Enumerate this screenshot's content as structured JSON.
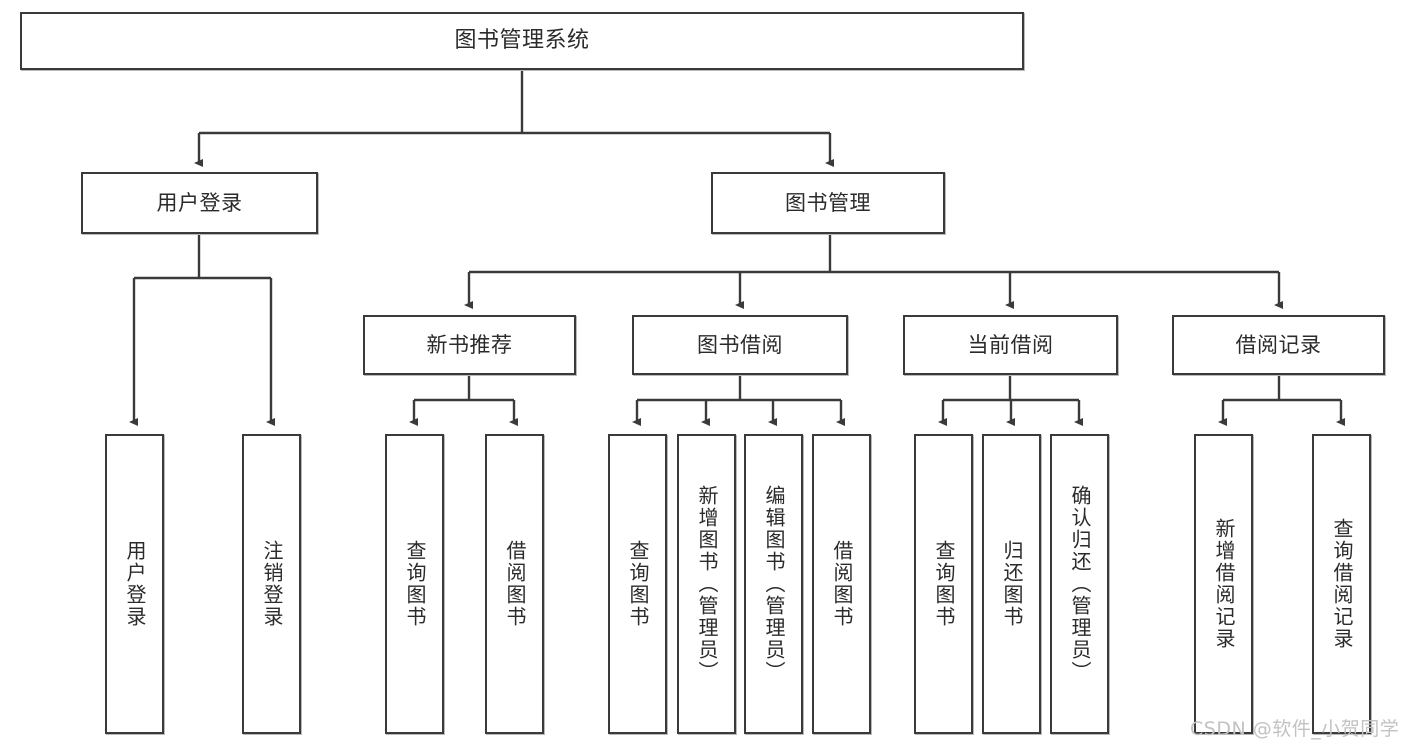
{
  "diagram": {
    "title": "图书管理系统",
    "type": "hierarchy-tree",
    "watermark": "CSDN @软件_小贺同学",
    "colors": {
      "box_border": "#3a3a3a",
      "box_fill": "#ffffff",
      "edge": "#3a3a3a",
      "text": "#2b2b2b",
      "watermark": "#c2c2c2"
    },
    "root": {
      "label": "图书管理系统"
    },
    "level2": [
      {
        "label": "用户登录"
      },
      {
        "label": "图书管理"
      }
    ],
    "level3": [
      {
        "label": "新书推荐"
      },
      {
        "label": "图书借阅"
      },
      {
        "label": "当前借阅"
      },
      {
        "label": "借阅记录"
      }
    ],
    "leaves": {
      "user_login": [
        {
          "label": "用户登录"
        },
        {
          "label": "注销登录"
        }
      ],
      "new_book_recommend": [
        {
          "label": "查询图书"
        },
        {
          "label": "借阅图书"
        }
      ],
      "book_borrow": [
        {
          "label": "查询图书"
        },
        {
          "label": "新增图书（管理员）"
        },
        {
          "label": "编辑图书（管理员）"
        },
        {
          "label": "借阅图书"
        }
      ],
      "current_borrow": [
        {
          "label": "查询图书"
        },
        {
          "label": "归还图书"
        },
        {
          "label": "确认归还（管理员）"
        }
      ],
      "borrow_record": [
        {
          "label": "新增借阅记录"
        },
        {
          "label": "查询借阅记录"
        }
      ]
    }
  }
}
